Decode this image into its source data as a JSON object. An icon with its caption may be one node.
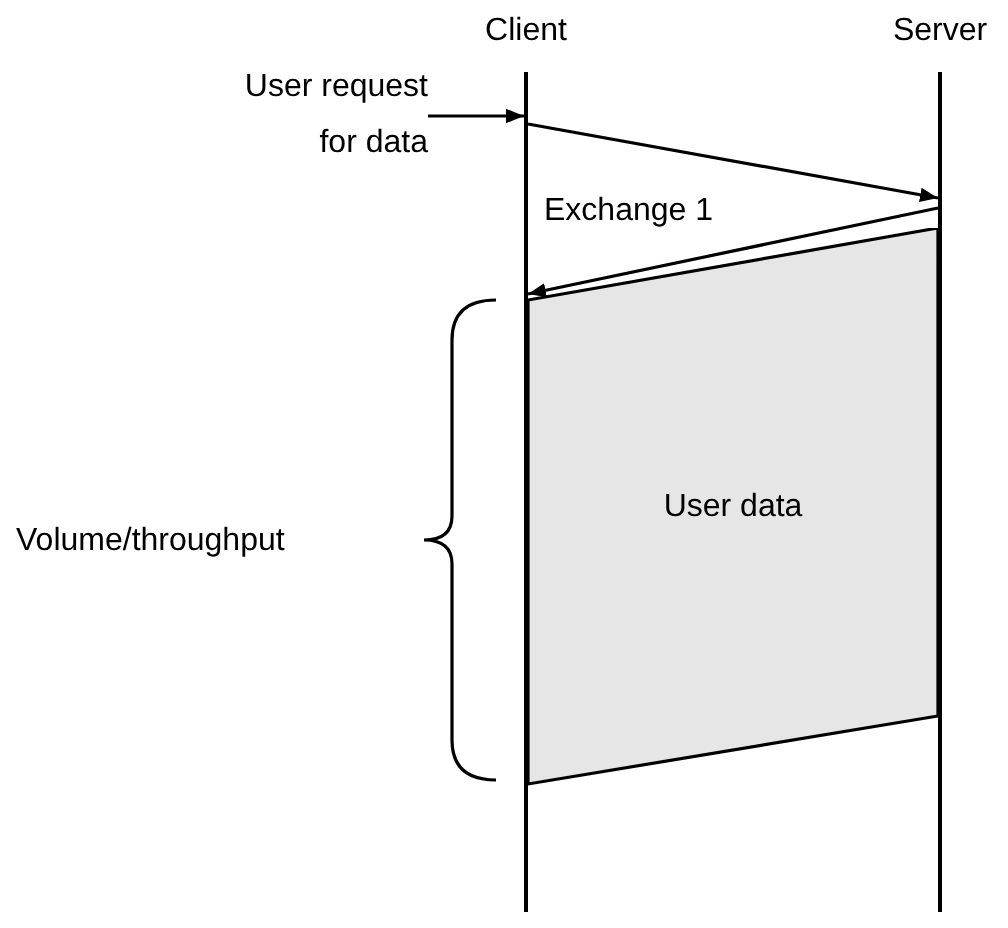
{
  "diagram": {
    "nodes": [
      {
        "text": [],
        "shape": "bar",
        "beside": [
          "Client"
        ]
      },
      {
        "text": [],
        "shape": "bar",
        "beside": [
          "Server"
        ]
      },
      {
        "text": [
          "User request for data"
        ]
      },
      {
        "text": [
          "User data"
        ]
      }
    ],
    "edges": [
      {
        "from": 2,
        "to": 0,
        "arrow": "to"
      },
      {
        "from": 0,
        "to": 1,
        "arrow": "to"
      },
      {
        "from": 1,
        "to": 0,
        "arrow": "to",
        "label": "Exchange 1"
      }
    ],
    "labels": [
      "Volume/throughput"
    ]
  }
}
